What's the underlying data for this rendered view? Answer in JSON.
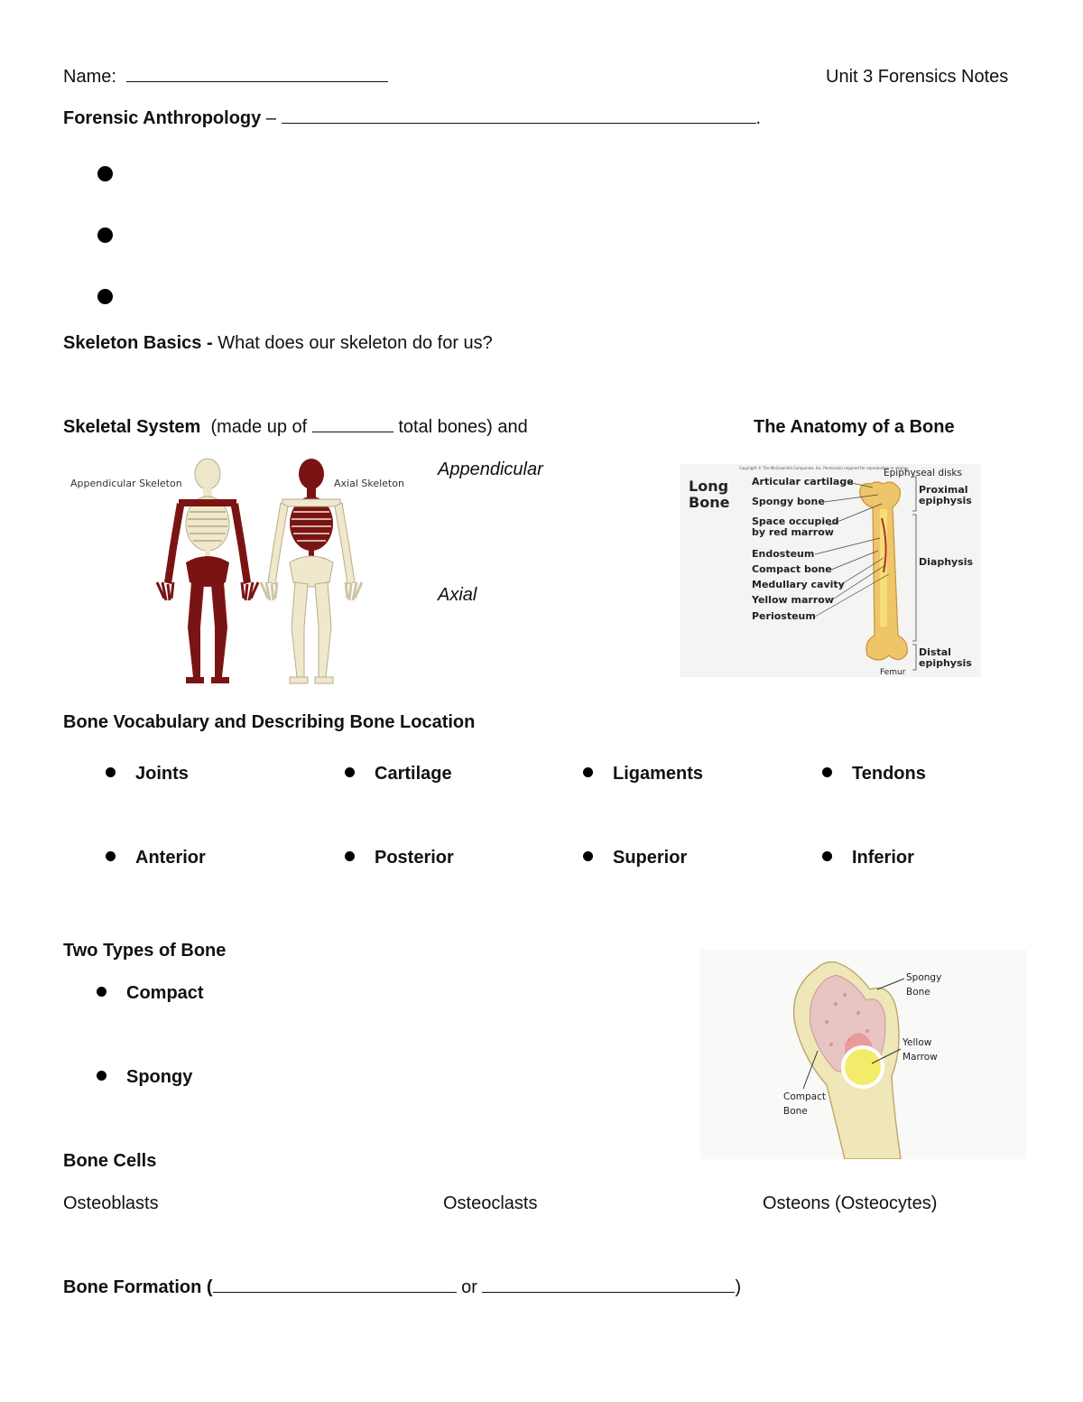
{
  "header": {
    "name_label": "Name:",
    "unit_title": "Unit 3 Forensics Notes"
  },
  "forensic_anthropology": {
    "title": "Forensic Anthropology",
    "dash": "–",
    "end": "."
  },
  "skeleton_basics": {
    "title": "Skeleton Basics -",
    "question": "What does our skeleton do for us?"
  },
  "skeletal_system": {
    "title": "Skeletal System",
    "made_up_prefix": "(made up of",
    "made_up_suffix": "total bones) and",
    "appendicular": "Appendicular",
    "axial": "Axial",
    "image_labels": {
      "appendicular": "Appendicular Skeleton",
      "axial": "Axial Skeleton"
    }
  },
  "anatomy": {
    "title": "The Anatomy of a Bone",
    "diagram": {
      "heading_line1": "Long",
      "heading_line2": "Bone",
      "copyright": "Copyright © The McGraw-Hill Companies, Inc. Permission required for reproduction or display.",
      "epiphyseal": "Epiphyseal disks",
      "labels": [
        "Articular cartilage",
        "Spongy bone",
        "Space occupied",
        "by red marrow",
        "Endosteum",
        "Compact bone",
        "Medullary cavity",
        "Yellow marrow",
        "Periosteum"
      ],
      "proximal1": "Proximal",
      "proximal2": "epiphysis",
      "diaphysis": "Diaphysis",
      "distal1": "Distal",
      "distal2": "epiphysis",
      "femur": "Femur"
    }
  },
  "vocab": {
    "title": "Bone Vocabulary and Describing Bone Location",
    "row1": [
      "Joints",
      "Cartilage",
      "Ligaments",
      "Tendons"
    ],
    "row2": [
      "Anterior",
      "Posterior",
      "Superior",
      "Inferior"
    ]
  },
  "bone_types": {
    "title": "Two Types of Bone",
    "items": [
      "Compact",
      "Spongy"
    ],
    "diagram": {
      "spongy1": "Spongy",
      "spongy2": "Bone",
      "yellow1": "Yellow",
      "yellow2": "Marrow",
      "compact1": "Compact",
      "compact2": "Bone"
    }
  },
  "bone_cells": {
    "title": "Bone Cells",
    "cells": [
      "Osteoblasts",
      "Osteoclasts",
      "Osteons (Osteocytes)"
    ]
  },
  "bone_formation": {
    "title": "Bone Formation (",
    "or": "or",
    "close": ")"
  }
}
